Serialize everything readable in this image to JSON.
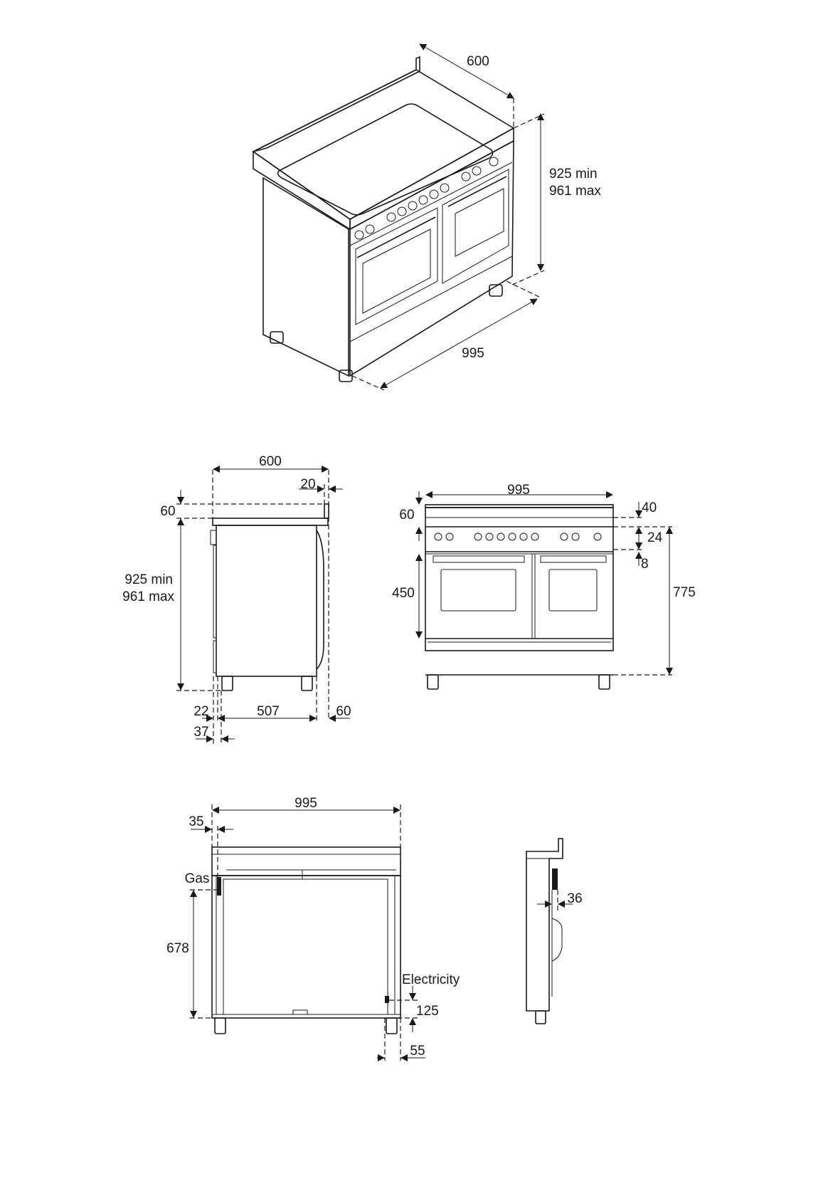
{
  "perspective_view": {
    "depth": "600",
    "height_min": "925 min",
    "height_max": "961 max",
    "width": "995"
  },
  "side_view": {
    "depth": "600",
    "backsplash_thickness": "20",
    "backsplash_height": "60",
    "height_min": "925 min",
    "height_max": "961 max",
    "front_offset": "22",
    "body_depth": "507",
    "rear_offset": "60",
    "handle_offset": "37"
  },
  "front_view": {
    "width": "995",
    "backsplash_height": "60",
    "top_offset": "40",
    "panel_height": "24",
    "gap": "8",
    "oven_height": "450",
    "worktop_height": "775"
  },
  "rear_view": {
    "width": "995",
    "gas_offset": "35",
    "gas_label": "Gas",
    "gas_height": "678",
    "electricity_label": "Electricity",
    "electricity_height": "125",
    "electricity_offset": "55"
  },
  "rear_side_detail": {
    "connection_depth": "36"
  }
}
